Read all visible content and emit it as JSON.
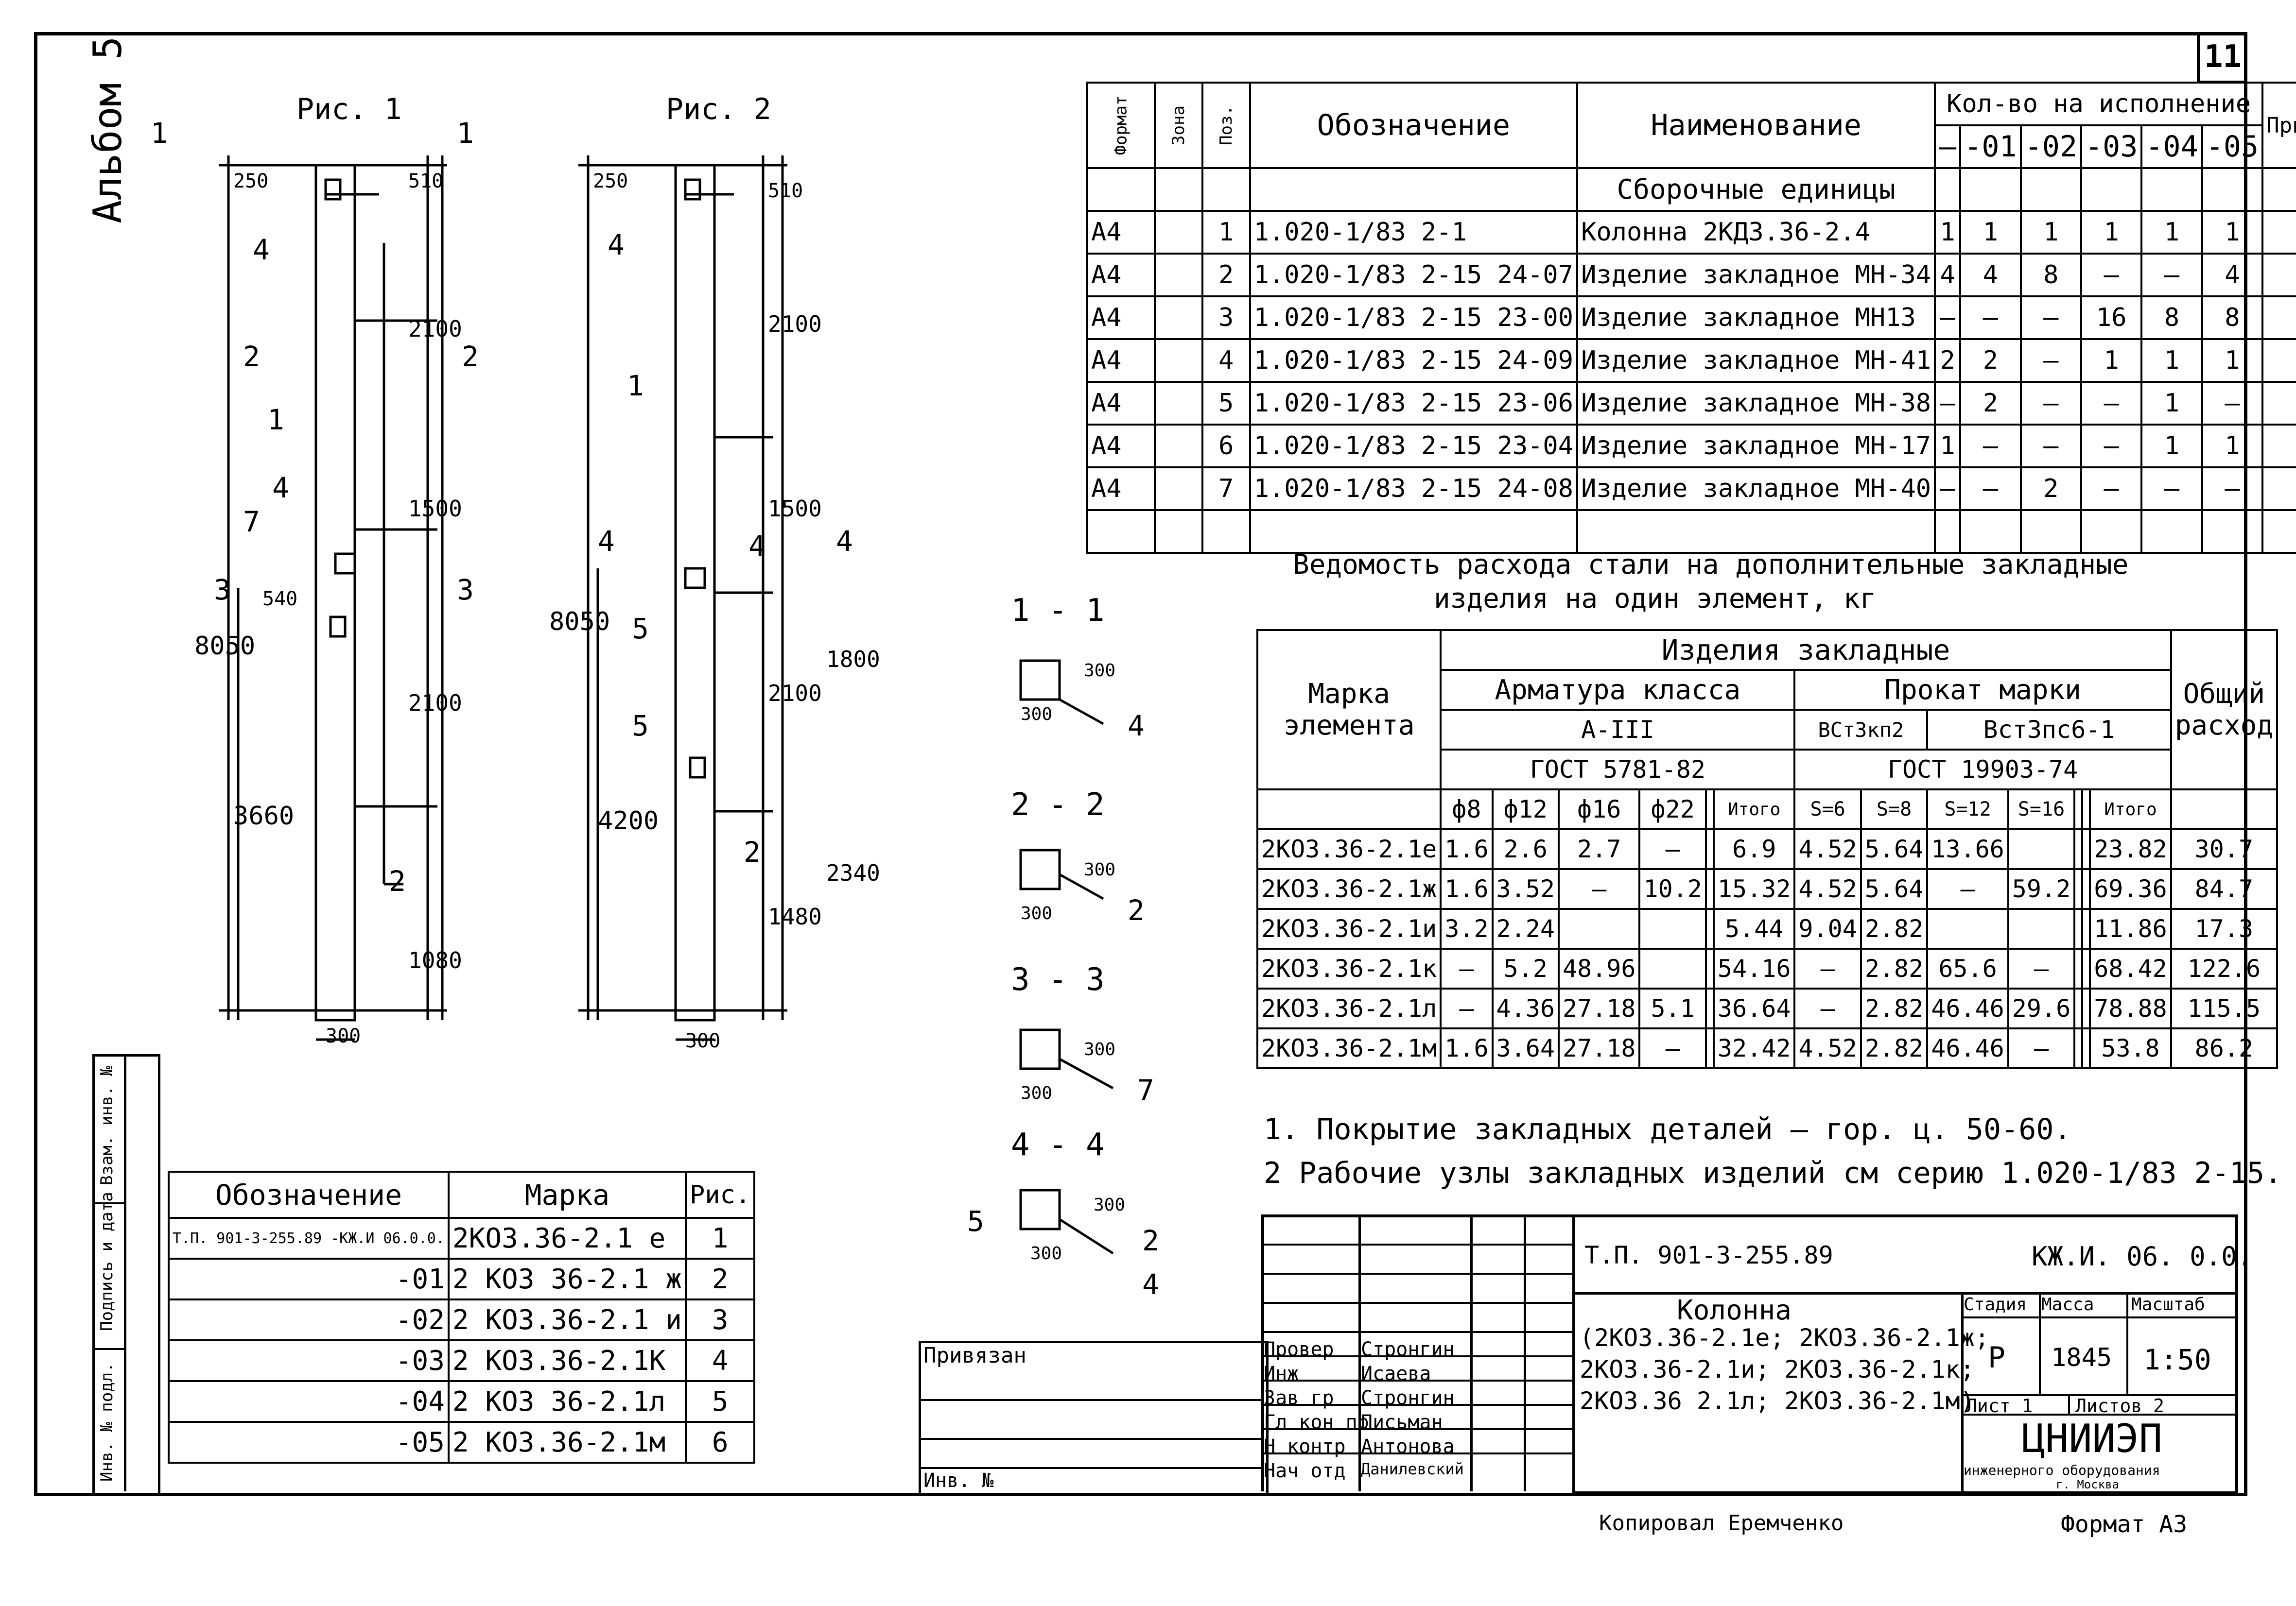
{
  "page_number": "11",
  "album": "Альбом 5",
  "figures": {
    "fig1_title": "Рис. 1",
    "fig2_title": "Рис. 2",
    "fig1_dims": [
      "250",
      "510",
      "2100",
      "1500",
      "540",
      "2100",
      "8050",
      "3660",
      "1080",
      "300"
    ],
    "fig2_dims": [
      "250",
      "510",
      "2100",
      "1500",
      "2100",
      "1800",
      "8050",
      "4200",
      "1480",
      "2340",
      "300"
    ],
    "fig1_positions": [
      "4",
      "1",
      "4",
      "7",
      "2"
    ],
    "fig2_positions": [
      "4",
      "1",
      "4",
      "5",
      "5",
      "2"
    ],
    "section_marks": [
      "1",
      "1",
      "2",
      "2",
      "3",
      "3",
      "4",
      "4"
    ]
  },
  "sections": [
    {
      "title": "1 - 1",
      "d1": "300",
      "d2": "300",
      "pos": [
        "4"
      ]
    },
    {
      "title": "2 - 2",
      "d1": "300",
      "d2": "300",
      "pos": [
        "2"
      ]
    },
    {
      "title": "3 - 3",
      "d1": "300",
      "d2": "300",
      "pos": [
        "7"
      ]
    },
    {
      "title": "4 - 4",
      "d1": "300",
      "d2": "300",
      "pos": [
        "5",
        "2",
        "4"
      ]
    }
  ],
  "spec": {
    "headers": {
      "format": "Формат",
      "zone": "Зона",
      "pos": "Поз.",
      "designation": "Обозначение",
      "name": "Наименование",
      "qty": "Кол-во на исполнение",
      "note": "Примеч."
    },
    "variants": [
      "–",
      "-01",
      "-02",
      "-03",
      "-04",
      "-05"
    ],
    "section_title": "Сборочные единицы",
    "rows": [
      {
        "format": "А4",
        "pos": "1",
        "designation": "1.020-1/83 2-1",
        "name": "Колонна 2КД3.36-2.4",
        "qty": [
          "1",
          "1",
          "1",
          "1",
          "1",
          "1"
        ]
      },
      {
        "format": "А4",
        "pos": "2",
        "designation": "1.020-1/83 2-15 24-07",
        "name": "Изделие закладное МН-34",
        "qty": [
          "4",
          "4",
          "8",
          "–",
          "–",
          "4"
        ]
      },
      {
        "format": "А4",
        "pos": "3",
        "designation": "1.020-1/83 2-15 23-00",
        "name": "Изделие закладное МН13",
        "qty": [
          "–",
          "–",
          "–",
          "16",
          "8",
          "8"
        ]
      },
      {
        "format": "А4",
        "pos": "4",
        "designation": "1.020-1/83 2-15 24-09",
        "name": "Изделие закладное МН-41",
        "qty": [
          "2",
          "2",
          "–",
          "1",
          "1",
          "1"
        ]
      },
      {
        "format": "А4",
        "pos": "5",
        "designation": "1.020-1/83 2-15 23-06",
        "name": "Изделие закладное МН-38",
        "qty": [
          "–",
          "2",
          "–",
          "–",
          "1",
          "–"
        ]
      },
      {
        "format": "А4",
        "pos": "6",
        "designation": "1.020-1/83 2-15 23-04",
        "name": "Изделие закладное МН-17",
        "qty": [
          "1",
          "–",
          "–",
          "–",
          "1",
          "1"
        ]
      },
      {
        "format": "А4",
        "pos": "7",
        "designation": "1.020-1/83 2-15 24-08",
        "name": "Изделие закладное МН-40",
        "qty": [
          "–",
          "–",
          "2",
          "–",
          "–",
          "–"
        ]
      }
    ]
  },
  "steel": {
    "caption1": "Ведомость расхода стали на дополнительные закладные",
    "caption2": "изделия на один элемент, кг",
    "h_mark": "Марка элемента",
    "h_items": "Изделия закладные",
    "h_rebar": "Арматура класса",
    "h_rolled": "Прокат марки",
    "h_a3": "А-III",
    "h_vst1": "ВСт3кп2",
    "h_vst2": "Вст3пс6-1",
    "h_gost1": "ГОСТ 5781-82",
    "h_gost2": "ГОСТ 19903-74",
    "h_total": "Общий расход",
    "sub": [
      "ф8",
      "ф12",
      "ф16",
      "ф22",
      "",
      "Итого",
      "S=6",
      "S=8",
      "S=12",
      "S=16",
      "",
      "",
      "Итого"
    ],
    "rows": [
      {
        "mark": "2КО3.36-2.1е",
        "v": [
          "1.6",
          "2.6",
          "2.7",
          "–",
          "",
          "6.9",
          "4.52",
          "5.64",
          "13.66",
          "",
          "",
          "",
          "23.82"
        ],
        "total": "30.7"
      },
      {
        "mark": "2КО3.36-2.1ж",
        "v": [
          "1.6",
          "3.52",
          "–",
          "10.2",
          "",
          "15.32",
          "4.52",
          "5.64",
          "–",
          "59.2",
          "",
          "",
          "69.36"
        ],
        "total": "84.7"
      },
      {
        "mark": "2КО3.36-2.1и",
        "v": [
          "3.2",
          "2.24",
          "",
          "",
          "",
          "5.44",
          "9.04",
          "2.82",
          "",
          "",
          "",
          "",
          "11.86"
        ],
        "total": "17.3"
      },
      {
        "mark": "2КО3.36-2.1к",
        "v": [
          "–",
          "5.2",
          "48.96",
          "",
          "",
          "54.16",
          "–",
          "2.82",
          "65.6",
          "–",
          "",
          "",
          "68.42"
        ],
        "total": "122.6"
      },
      {
        "mark": "2КО3.36-2.1л",
        "v": [
          "–",
          "4.36",
          "27.18",
          "5.1",
          "",
          "36.64",
          "–",
          "2.82",
          "46.46",
          "29.6",
          "",
          "",
          "78.88"
        ],
        "total": "115.5"
      },
      {
        "mark": "2КО3.36-2.1м",
        "v": [
          "1.6",
          "3.64",
          "27.18",
          "–",
          "",
          "32.42",
          "4.52",
          "2.82",
          "46.46",
          "–",
          "",
          "",
          "53.8"
        ],
        "total": "86.2"
      }
    ]
  },
  "notes": [
    "1. Покрытие закладных деталей – гор. ц. 50-60.",
    "2 Рабочие узлы закладных изделий см серию 1.020-1/83 2-15."
  ],
  "ref_table": {
    "h_designation": "Обозначение",
    "h_mark": "Марка",
    "h_fig": "Рис.",
    "rows": [
      {
        "designation": "Т.П. 901-3-255.89  -КЖ.И 06.0.0.",
        "mark": "2КО3.36-2.1 е",
        "fig": "1"
      },
      {
        "designation": "-01",
        "mark": "2 КО3 36-2.1 ж",
        "fig": "2"
      },
      {
        "designation": "-02",
        "mark": "2 КО3.36-2.1 и",
        "fig": "3"
      },
      {
        "designation": "-03",
        "mark": "2 КО3.36-2.1К",
        "fig": "4"
      },
      {
        "designation": "-04",
        "mark": "2 КО3 36-2.1л",
        "fig": "5"
      },
      {
        "designation": "-05",
        "mark": "2 КО3.36-2.1м",
        "fig": "6"
      }
    ]
  },
  "side_stamp": [
    "Инв. № подл.",
    "Подпись и дата",
    "Взам. инв. №"
  ],
  "title_block": {
    "privyazan": "Привязан",
    "inv": "Инв. №",
    "project": "Т.П. 901-3-255.89",
    "code": "КЖ.И. 06. 0.0.",
    "title": "Колонна",
    "subtitle1": "(2КО3.36-2.1е; 2КО3.36-2.1ж;",
    "subtitle2": "2КО3.36-2.1и; 2КО3.36-2.1к;",
    "subtitle3": "2КО3.36 2.1л; 2КО3.36-2.1м)",
    "stage_h": "Стадия",
    "mass_h": "Масса",
    "scale_h": "Масштаб",
    "stage": "Р",
    "mass": "1845",
    "scale": "1:50",
    "sheet": "Лист 1",
    "sheets": "Листов 2",
    "org": "ЦНИИЭП",
    "org_sub1": "инженерного оборудования",
    "org_sub2": "г. Москва",
    "roles": [
      {
        "role": "Провер",
        "name": "Стронгин"
      },
      {
        "role": "Инж",
        "name": "Исаева"
      },
      {
        "role": "Зав гр",
        "name": "Стронгин"
      },
      {
        "role": "Гл кон пр",
        "name": "Письман"
      },
      {
        "role": "Н контр",
        "name": "Антонова"
      },
      {
        "role": "Нач отд",
        "name": "Данилевский"
      }
    ],
    "copied": "Копировал Еремченко",
    "format": "Формат А3"
  }
}
